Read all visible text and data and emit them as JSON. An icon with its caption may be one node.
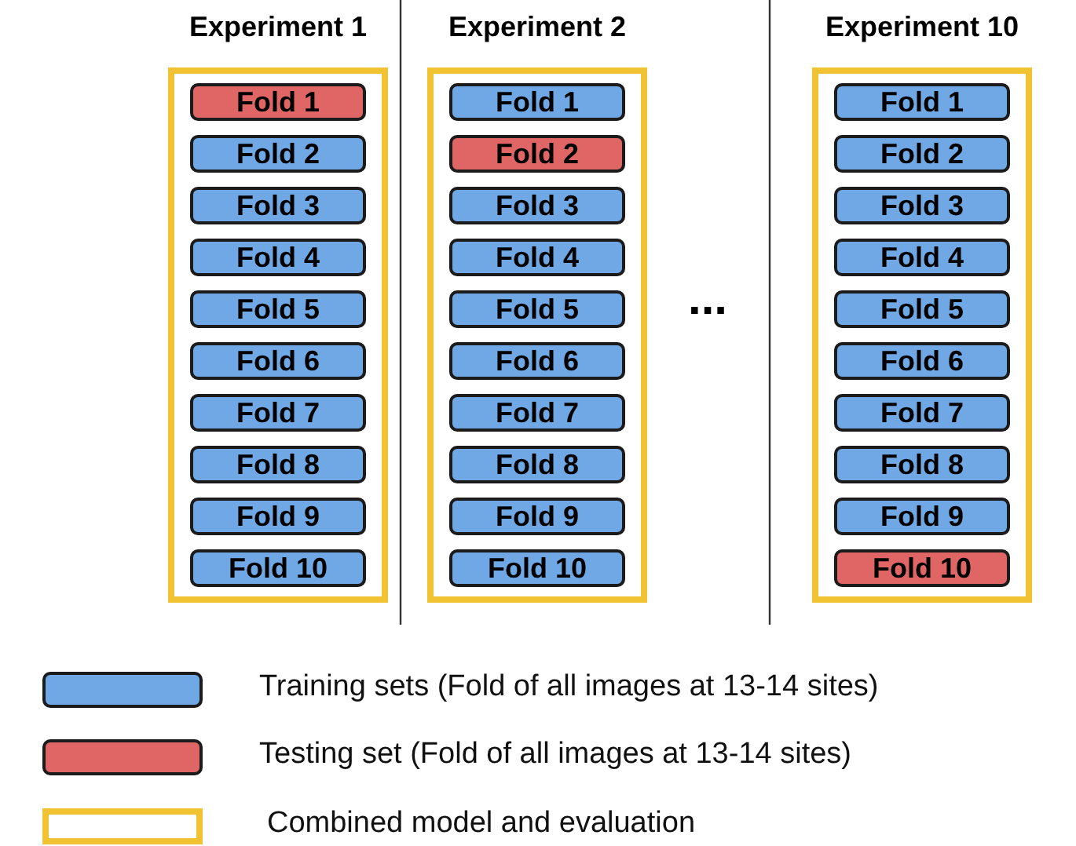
{
  "diagram": {
    "nodes": [
      {
        "text": [
          "Experiment 1"
        ]
      },
      {
        "text": [
          "Fold 1"
        ],
        "in": 0
      },
      {
        "text": [
          "Fold 2"
        ],
        "in": 0
      },
      {
        "text": [
          "Fold 3"
        ],
        "in": 0
      },
      {
        "text": [
          "Fold 4"
        ],
        "in": 0
      },
      {
        "text": [
          "Fold 5"
        ],
        "in": 0
      },
      {
        "text": [
          "Fold 6"
        ],
        "in": 0
      },
      {
        "text": [
          "Fold 7"
        ],
        "in": 0
      },
      {
        "text": [
          "Fold 8"
        ],
        "in": 0
      },
      {
        "text": [
          "Fold 9"
        ],
        "in": 0
      },
      {
        "text": [
          "Fold 10"
        ],
        "in": 0
      },
      {
        "text": [
          "Experiment 2"
        ]
      },
      {
        "text": [
          "Fold 1"
        ],
        "in": 11
      },
      {
        "text": [
          "Fold 2"
        ],
        "in": 11
      },
      {
        "text": [
          "Fold 3"
        ],
        "in": 11
      },
      {
        "text": [
          "Fold 4"
        ],
        "in": 11
      },
      {
        "text": [
          "Fold 5"
        ],
        "in": 11
      },
      {
        "text": [
          "Fold 6"
        ],
        "in": 11
      },
      {
        "text": [
          "Fold 7"
        ],
        "in": 11
      },
      {
        "text": [
          "Fold 8"
        ],
        "in": 11
      },
      {
        "text": [
          "Fold 9"
        ],
        "in": 11
      },
      {
        "text": [
          "Fold 10"
        ],
        "in": 11
      },
      {
        "text": [
          "Experiment 10"
        ]
      },
      {
        "text": [
          "Fold 1"
        ],
        "in": 22
      },
      {
        "text": [
          "Fold 2"
        ],
        "in": 22
      },
      {
        "text": [
          "Fold 3"
        ],
        "in": 22
      },
      {
        "text": [
          "Fold 4"
        ],
        "in": 22
      },
      {
        "text": [
          "Fold 5"
        ],
        "in": 22
      },
      {
        "text": [
          "Fold 6"
        ],
        "in": 22
      },
      {
        "text": [
          "Fold 7"
        ],
        "in": 22
      },
      {
        "text": [
          "Fold 8"
        ],
        "in": 22
      },
      {
        "text": [
          "Fold 9"
        ],
        "in": 22
      },
      {
        "text": [
          "Fold 10"
        ],
        "in": 22
      }
    ],
    "labels": [
      "..."
    ],
    "legend": [
      {
        "text": "Training sets (Fold of all images at 13-14 sites)",
        "color": "#6fa8e4"
      },
      {
        "text": "Testing set (Fold of all images at 13-14 sites)",
        "color": "#e06666"
      },
      {
        "text": "Combined model and evaluation"
      }
    ]
  }
}
